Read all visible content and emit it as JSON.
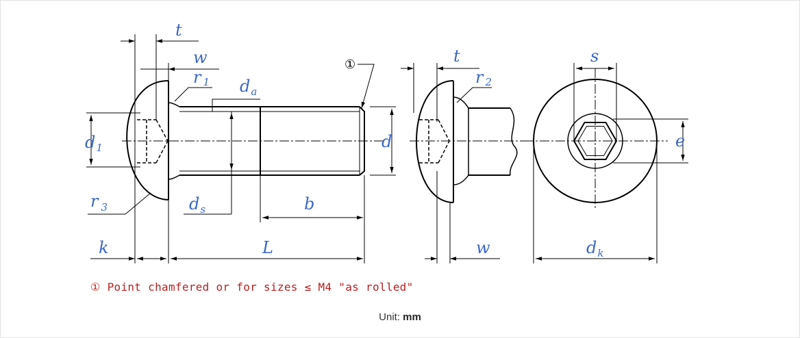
{
  "labels": {
    "t_left": "t",
    "w_top": "w",
    "r1": {
      "base": "r",
      "sub": "1"
    },
    "da": {
      "base": "d",
      "sub": "a"
    },
    "d1": {
      "base": "d",
      "sub": "1"
    },
    "r3": {
      "base": "r",
      "sub": "3"
    },
    "ds": {
      "base": "d",
      "sub": "s"
    },
    "b": "b",
    "d": "d",
    "k": "k",
    "L": "L",
    "callout": "①",
    "t_right": "t",
    "r2": {
      "base": "r",
      "sub": "2"
    },
    "w_bottom": "w",
    "s": "s",
    "e": "e",
    "dk": {
      "base": "d",
      "sub": "k"
    }
  },
  "note": "① Point chamfered or for sizes ≤ M4 \"as rolled\"",
  "unit": {
    "prefix": "Unit:",
    "value": "mm"
  },
  "colors": {
    "dimension_text": "#3a66c8",
    "note_text": "#b81f1f",
    "drawing": "#000000"
  }
}
